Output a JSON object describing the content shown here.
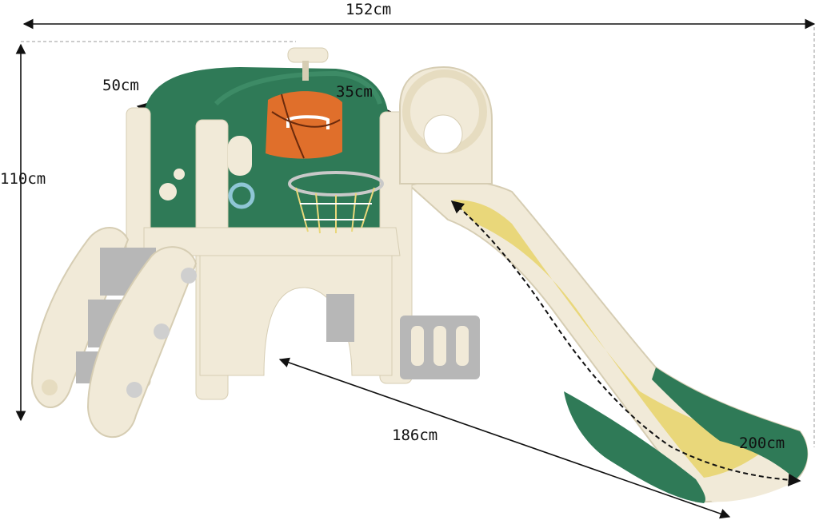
{
  "dimensions": {
    "total_width": "152cm",
    "height": "110cm",
    "depth": "50cm",
    "platform_width": "35cm",
    "base_length": "186cm",
    "slide_length": "200cm"
  },
  "colors": {
    "green": "#2f7a57",
    "cream": "#f1ead8",
    "yellow": "#e9d77a",
    "gray": "#b7b7b7",
    "orange": "#e06f2b"
  }
}
